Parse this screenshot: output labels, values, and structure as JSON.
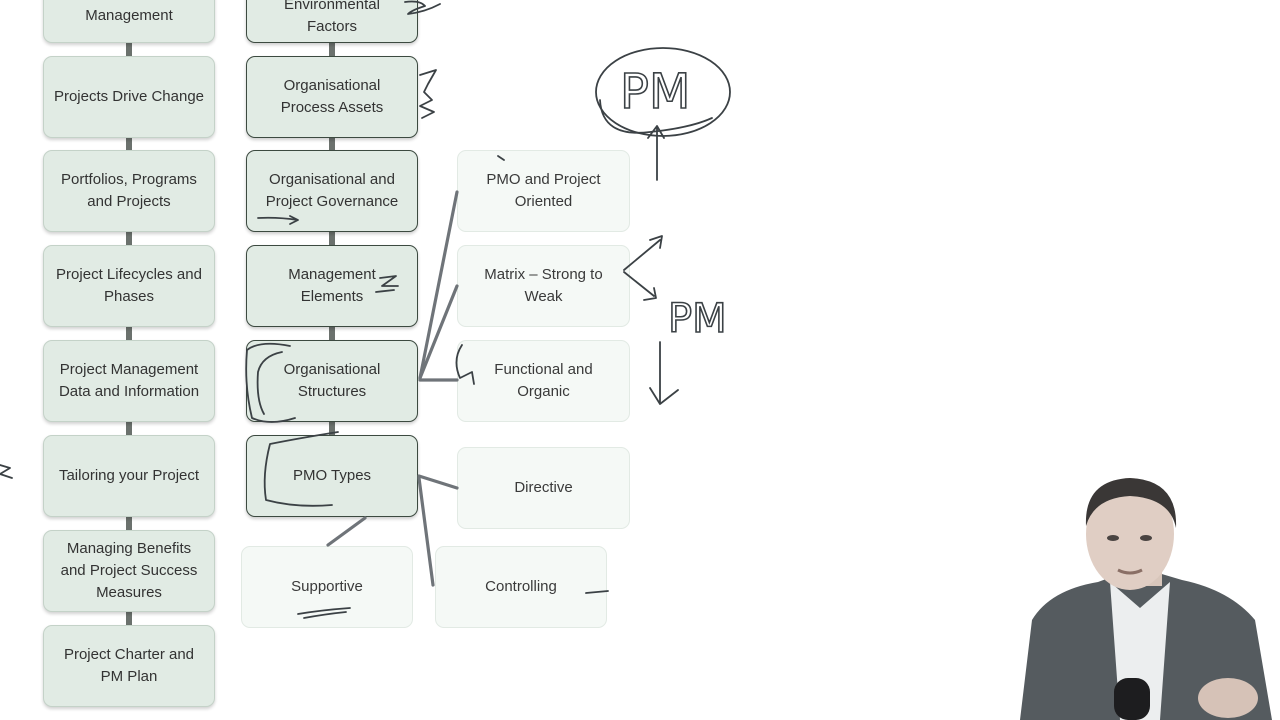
{
  "left_column": [
    {
      "label": "Management"
    },
    {
      "label": "Projects Drive Change"
    },
    {
      "label": "Portfolios, Programs\nand Projects"
    },
    {
      "label": "Project Lifecycles and\nPhases"
    },
    {
      "label": "Project Management\nData and Information"
    },
    {
      "label": "Tailoring your Project"
    },
    {
      "label": "Managing Benefits\nand Project Success\nMeasures"
    },
    {
      "label": "Project Charter and\nPM Plan"
    }
  ],
  "middle_column": [
    {
      "label": "Environmental\nFactors"
    },
    {
      "label": "Organisational\nProcess Assets"
    },
    {
      "label": "Organisational and\nProject Governance"
    },
    {
      "label": "Management\nElements"
    },
    {
      "label": "Organisational\nStructures"
    },
    {
      "label": "PMO Types"
    }
  ],
  "structure_types": [
    {
      "label": "PMO and Project\nOriented"
    },
    {
      "label": "Matrix – Strong to\nWeak"
    },
    {
      "label": "Functional and\nOrganic"
    }
  ],
  "pmo_types": [
    {
      "label": "Directive"
    },
    {
      "label": "Supportive"
    },
    {
      "label": "Controlling"
    }
  ],
  "annotations": {
    "pm_circle_text": "PM",
    "pm_matrix_text": "PM"
  },
  "colors": {
    "box_fill": "#e1ebe4",
    "faint_box_fill": "#f5f9f6",
    "ink": "#3b4145"
  }
}
